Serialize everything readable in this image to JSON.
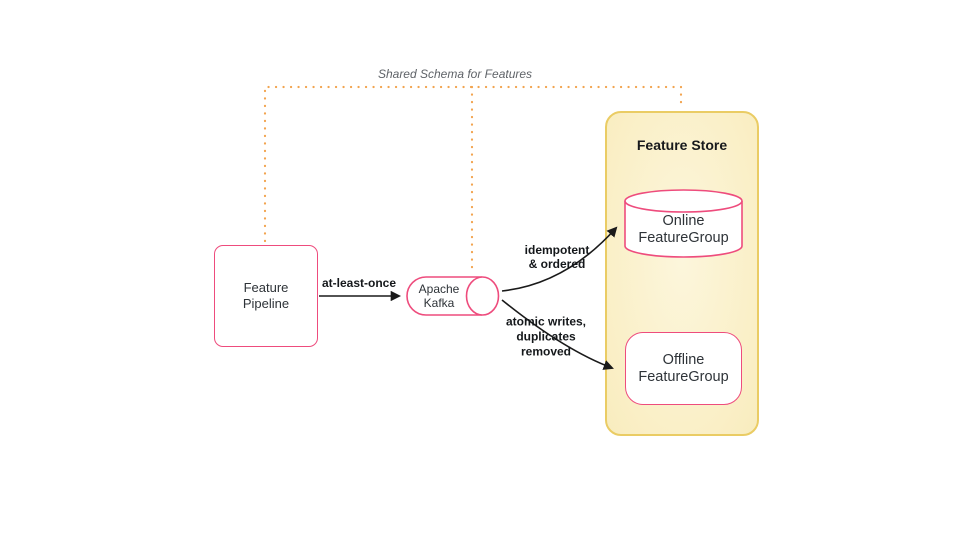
{
  "diagram": {
    "note": {
      "shared_schema": "Shared Schema for Features"
    },
    "nodes": {
      "feature_pipeline": {
        "line1": "Feature",
        "line2": "Pipeline"
      },
      "kafka": {
        "line1": "Apache",
        "line2": "Kafka"
      },
      "feature_store": {
        "title": "Feature Store"
      },
      "online_featuregroup": {
        "line1": "Online",
        "line2": "FeatureGroup"
      },
      "offline_featuregroup": {
        "line1": "Offline",
        "line2": "FeatureGroup"
      }
    },
    "edge_labels": {
      "pipeline_to_kafka": "at-least-once",
      "kafka_to_online_line1": "idempotent",
      "kafka_to_online_line2": "& ordered",
      "kafka_to_offline_line1": "atomic writes,",
      "kafka_to_offline_line2": "duplicates",
      "kafka_to_offline_line3": "removed"
    },
    "colors": {
      "node_border_pink": "#EE4C7D",
      "store_fill_yellow": "#FBF1C9",
      "store_border_gold": "#EACC64",
      "dotted_connector_orange": "#F2A44F",
      "arrow_black": "#1A1A1A",
      "note_gray": "#5F6368"
    }
  }
}
